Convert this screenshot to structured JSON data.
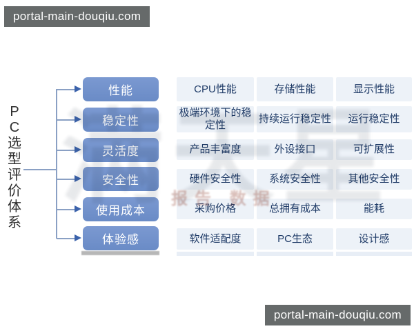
{
  "watermark_top": {
    "text": "portal-main-douqiu.com"
  },
  "watermark_bottom": {
    "text": "portal-main-douqiu.com"
  },
  "faint_watermark": {
    "big_text": "满天星",
    "red_text": "报告 数据"
  },
  "tree": {
    "root_title": "PC选型评价体系",
    "root_chars": [
      "P",
      "C",
      "选",
      "型",
      "评",
      "价",
      "体",
      "系"
    ]
  },
  "matrix": {
    "rows": [
      {
        "category": "性能",
        "cells": [
          "CPU性能",
          "存储性能",
          "显示性能"
        ]
      },
      {
        "category": "稳定性",
        "cells": [
          "极端环境下的稳定性",
          "持续运行稳定性",
          "运行稳定性"
        ]
      },
      {
        "category": "灵活度",
        "cells": [
          "产品丰富度",
          "外设接口",
          "可扩展性"
        ]
      },
      {
        "category": "安全性",
        "cells": [
          "硬件安全性",
          "系统安全性",
          "其他安全性"
        ]
      },
      {
        "category": "使用成本",
        "cells": [
          "采购价格",
          "总拥有成本",
          "能耗"
        ]
      },
      {
        "category": "体验感",
        "cells": [
          "软件适配度",
          "PC生态",
          "设计感"
        ]
      }
    ]
  },
  "colors": {
    "category_box": "#7090ca",
    "detail_cell_bg": "#edf2f8",
    "detail_cell_text": "#1e3a66",
    "connector_line": "#8aa0c4",
    "arrowhead": "#3b62ab",
    "watermark_bar_bg": "#666a6a"
  }
}
